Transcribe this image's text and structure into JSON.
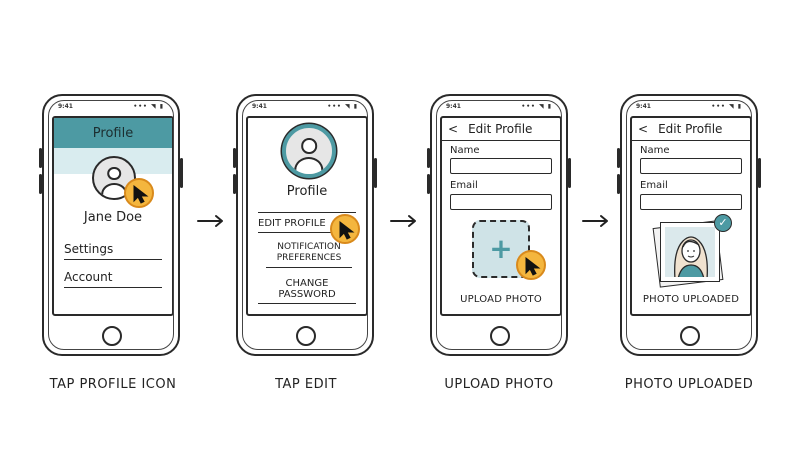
{
  "status_bar": {
    "time": "9:41",
    "icons": "••• ◥ ▮"
  },
  "steps": [
    {
      "caption": "TAP PROFILE ICON",
      "header_title": "Profile",
      "user_name": "Jane Doe",
      "menu": [
        "Settings",
        "Account"
      ]
    },
    {
      "caption": "TAP EDIT",
      "title": "Profile",
      "menu": [
        "EDIT PROFILE",
        "NOTIFICATION PREFERENCES",
        "CHANGE PASSWORD"
      ]
    },
    {
      "caption": "UPLOAD PHOTO",
      "header_title": "Edit Profile",
      "back_glyph": "<",
      "name_label": "Name",
      "email_label": "Email",
      "upload_label": "UPLOAD PHOTO",
      "plus_glyph": "+"
    },
    {
      "caption": "PHOTO UPLOADED",
      "header_title": "Edit Profile",
      "back_glyph": "<",
      "name_label": "Name",
      "email_label": "Email",
      "status_label": "PHOTO UPLOADED",
      "check_glyph": "✓"
    }
  ],
  "colors": {
    "accent_teal": "#4d9aa3",
    "tap_orange": "#f4b63e",
    "light_teal": "#d9ecef"
  },
  "icons": [
    "avatar-icon",
    "cursor-arrow-icon",
    "plus-icon",
    "check-icon",
    "back-chevron-icon",
    "right-arrow-icon"
  ]
}
